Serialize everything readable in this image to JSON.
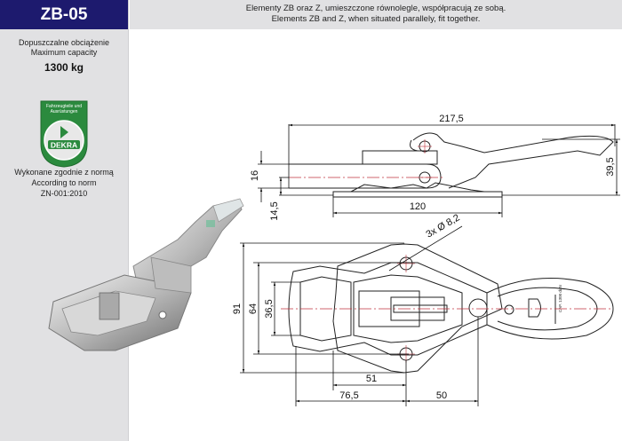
{
  "header": {
    "code": "ZB-05",
    "description_pl": "Elementy ZB oraz Z, umieszczone równolegle, współpracują ze sobą.",
    "description_en": "Elements ZB and Z, when situated parallely, fit together."
  },
  "sidebar": {
    "capacity_label_pl": "Dopuszczalne obciążenie",
    "capacity_label_en": "Maximum capacity",
    "capacity_value": "1300 kg",
    "certificate": {
      "top_text_1": "Fahrzeugteile und",
      "top_text_2": "Ausrüstungen",
      "brand": "DEKRA",
      "icon": "dekra-certificate-badge"
    },
    "norm_label_pl": "Wykonane zgodnie z normą",
    "norm_label_en": "According to norm",
    "norm_value": "ZN-001:2010"
  },
  "side_view": {
    "dimensions": {
      "total_length": "217,5",
      "base_length": "120",
      "height": "39,5",
      "thickness": "16",
      "base_offset": "14,5"
    }
  },
  "top_view": {
    "dimensions": {
      "holes": "3x Ø 8,2",
      "outer_width": "91",
      "mid_width": "64",
      "inner_width": "36,5",
      "hole_offset_short": "51",
      "hole_offset_long": "76,5",
      "hole_to_pivot": "50"
    },
    "handle_marking": "CAP. 1300 daN"
  },
  "colors": {
    "header_blue": "#1d1a6e",
    "panel_grey": "#e1e1e3",
    "centerline_red": "#c0323c",
    "badge_green": "#2b8a3e"
  }
}
